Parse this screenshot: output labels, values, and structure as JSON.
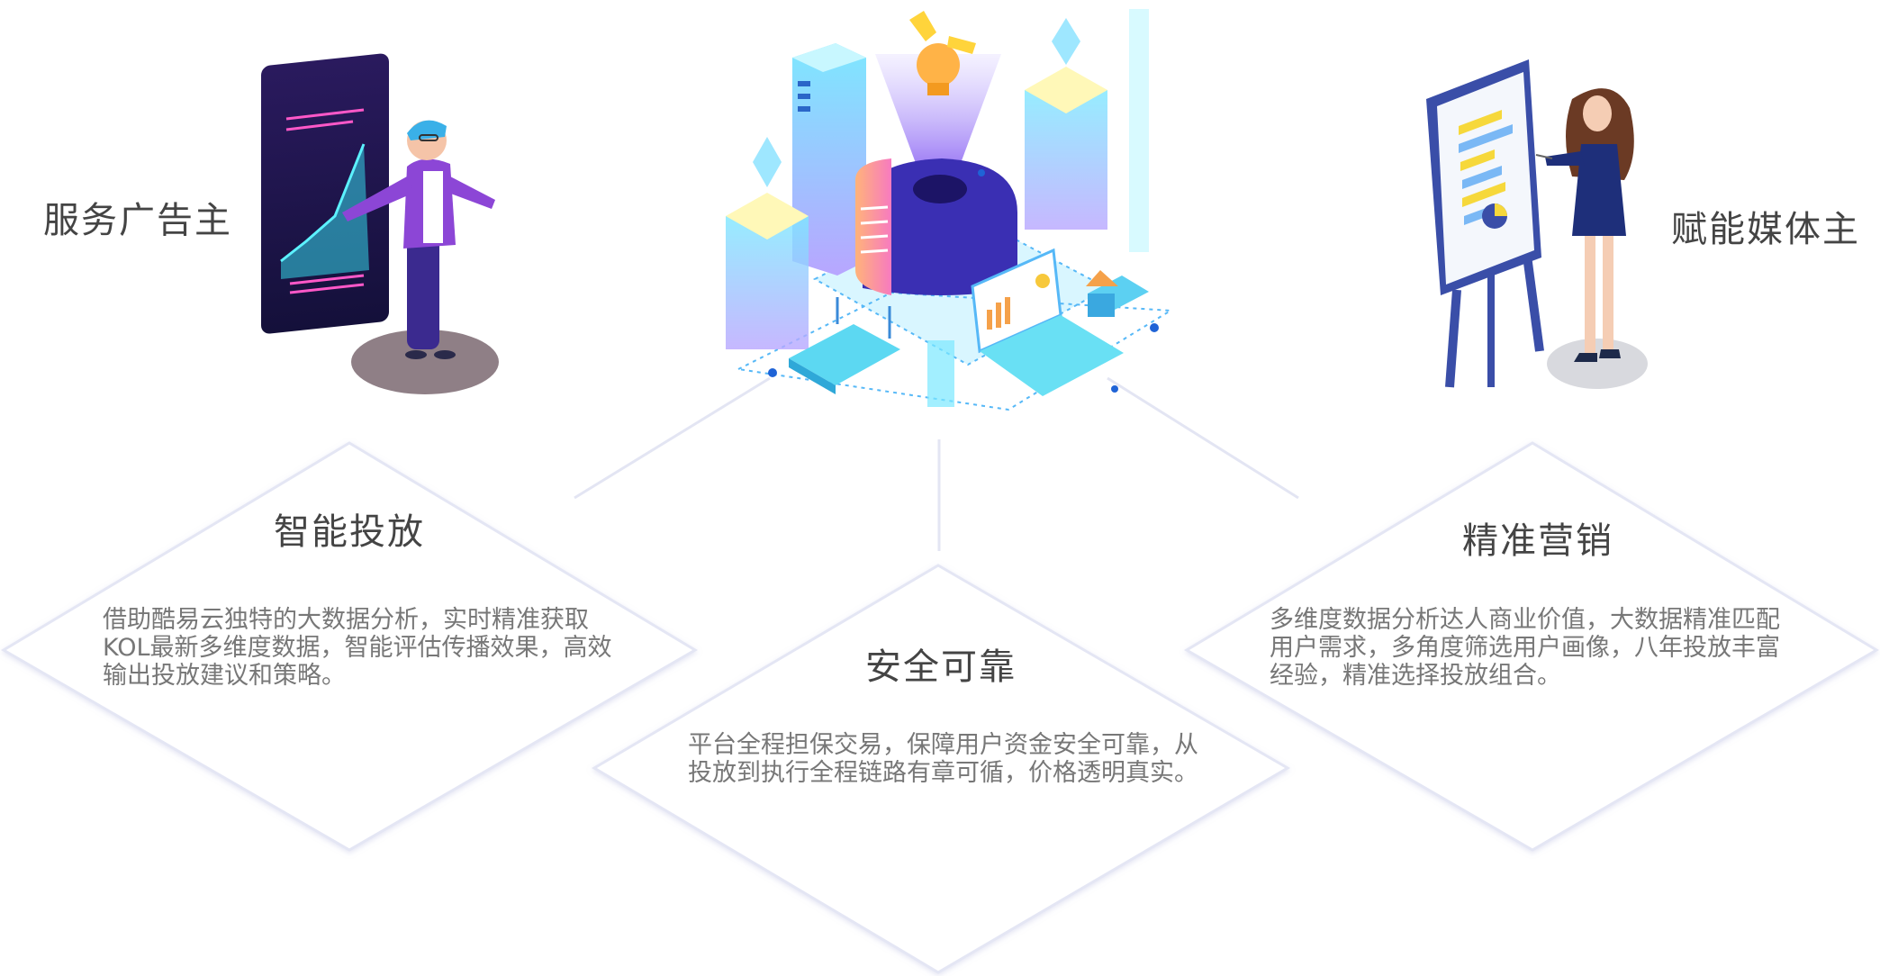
{
  "labels": {
    "left": "服务广告主",
    "right": "赋能媒体主"
  },
  "features": [
    {
      "title": "智能投放",
      "desc": "借助酷易云独特的大数据分析，实时精准获取KOL最新多维度数据，智能评估传播效果，高效输出投放建议和策略。"
    },
    {
      "title": "安全可靠",
      "desc": "平台全程担保交易，保障用户资金安全可靠，从投放到执行全程链路有章可循，价格透明真实。"
    },
    {
      "title": "精准营销",
      "desc": "多维度数据分析达人商业价值，大数据精准匹配用户需求，多角度筛选用户画像，八年投放丰富经验，精准选择投放组合。"
    }
  ],
  "colors": {
    "accent_purple": "#6a3fd6",
    "accent_cyan": "#39d3f2",
    "accent_yellow": "#f7d33b",
    "diamond_stroke": "#e4e6f4"
  }
}
